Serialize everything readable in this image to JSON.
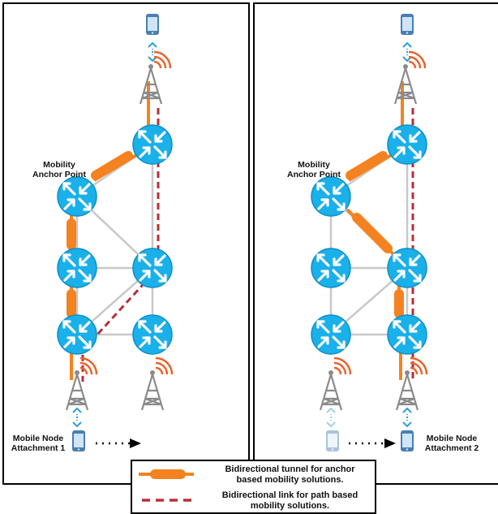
{
  "labels": {
    "anchor_left_line1": "Mobility",
    "anchor_left_line2": "Anchor Point",
    "anchor_right_line1": "Mobility",
    "anchor_right_line2": "Anchor Point",
    "mn_left_line1": "Mobile Node",
    "mn_left_line2": "Attachment 1",
    "mn_right_line1": "Mobile Node",
    "mn_right_line2": "Attachment 2"
  },
  "legend": {
    "tunnel_line1": "Bidirectional tunnel for anchor",
    "tunnel_line2": "based mobility solutions.",
    "path_line1": "Bidirectional link for path based",
    "path_line2": "mobility solutions."
  },
  "colors": {
    "router": "#1ab0ea",
    "router_stroke": "#0f8fc6",
    "tunnel": "#f58220",
    "path": "#b5303a",
    "link": "#c8c8c8",
    "tower": "#8a8a8a",
    "signal": "#e8642c",
    "phone": "#4a7fb0"
  },
  "icons": [
    "router-icon",
    "cell-tower-icon",
    "mobile-phone-icon",
    "double-arrow-icon"
  ]
}
